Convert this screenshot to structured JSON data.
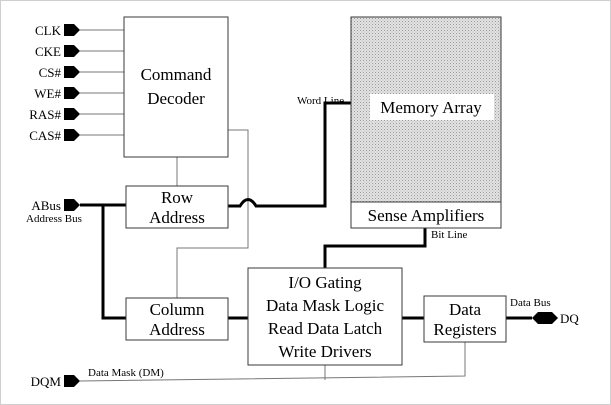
{
  "blocks": {
    "command_decoder": [
      "Command",
      "Decoder"
    ],
    "memory_array": "Memory Array",
    "sense_amplifiers": "Sense Amplifiers",
    "row_address": [
      "Row",
      "Address"
    ],
    "column_address": [
      "Column",
      "Address"
    ],
    "io_gating": [
      "I/O Gating",
      "Data Mask Logic",
      "Read Data Latch",
      "Write Drivers"
    ],
    "data_registers": [
      "Data",
      "Registers"
    ]
  },
  "pins": {
    "clk": "CLK",
    "cke": "CKE",
    "cs": "CS#",
    "we": "WE#",
    "ras": "RAS#",
    "cas": "CAS#",
    "abus": "ABus",
    "dqm": "DQM",
    "dq": "DQ"
  },
  "signals": {
    "address_bus": "Address Bus",
    "word_line": "Word Line",
    "bit_line": "Bit Line",
    "data_bus": "Data Bus",
    "data_mask": "Data Mask (DM)"
  },
  "colors": {
    "memory_fill": "#d6d6d6",
    "thin_wire": "#777777",
    "thick_wire": "#000000"
  }
}
